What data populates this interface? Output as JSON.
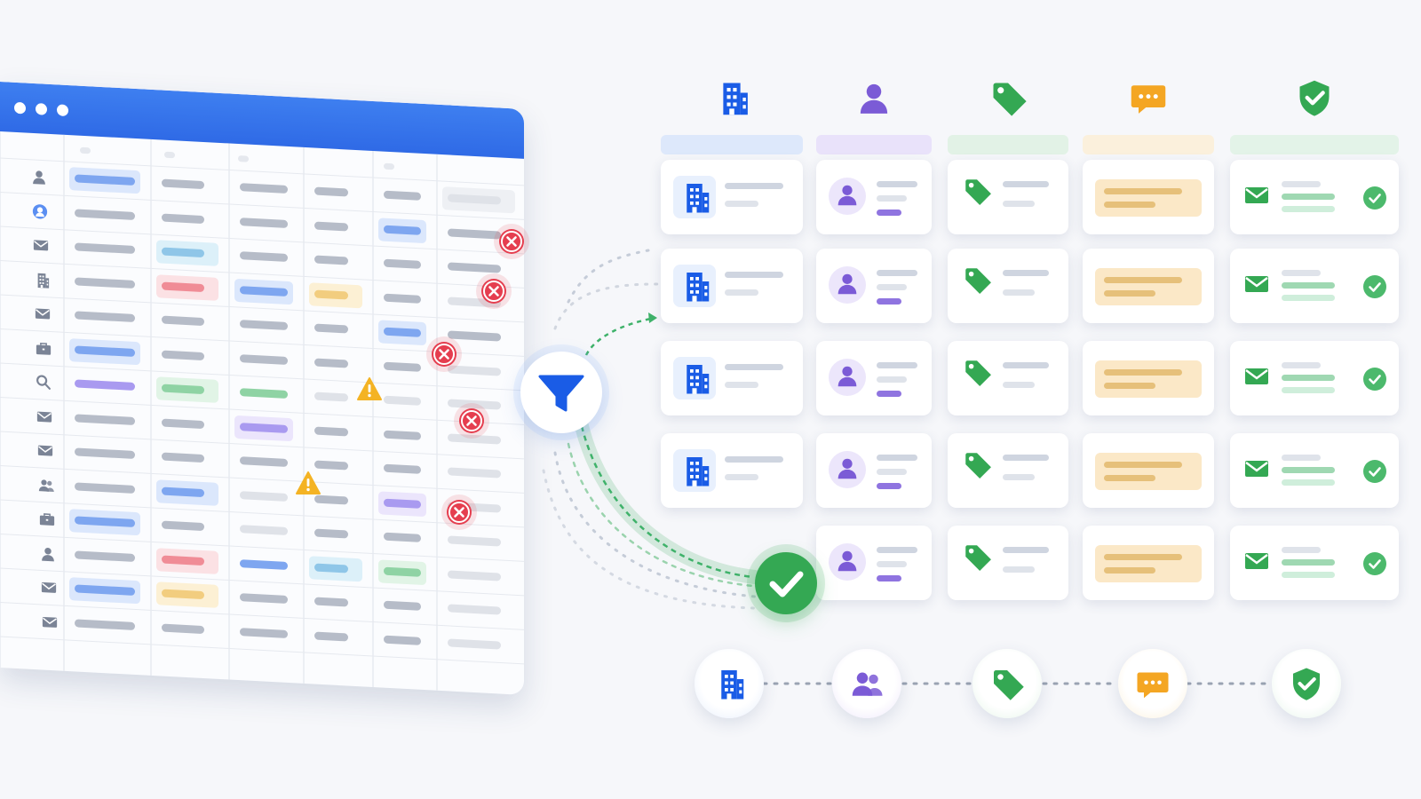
{
  "sheet": {
    "window_dots": 3,
    "row_icons": [
      "user-icon",
      "user-circle-icon",
      "mail-icon",
      "building-icon",
      "mail-icon",
      "briefcase-icon",
      "search-icon",
      "mail-icon",
      "mail-icon",
      "users-icon",
      "briefcase-icon",
      "user-icon",
      "mail-icon",
      "mail-icon"
    ],
    "error_markers": 5,
    "warning_markers": 2
  },
  "categories": [
    {
      "name": "company",
      "icon": "building-icon",
      "color": "#1a5ce6",
      "header_color": "#dde8fb"
    },
    {
      "name": "contact",
      "icon": "person-icon",
      "color": "#7b5bd6",
      "header_color": "#e9e2fa"
    },
    {
      "name": "tag",
      "icon": "tag-icon",
      "color": "#34a853",
      "header_color": "#e2f2e6"
    },
    {
      "name": "message",
      "icon": "chat-icon",
      "color": "#f4a623",
      "header_color": "#fbf0dc"
    },
    {
      "name": "verified",
      "icon": "shield-check-icon",
      "color": "#34a853",
      "header_color": "#e3f3e8"
    }
  ],
  "result_rows": 5,
  "pipeline": [
    "building-icon",
    "users-icon",
    "tag-icon",
    "chat-icon",
    "shield-check-icon"
  ],
  "colors": {
    "accent_blue": "#2f6ae6",
    "error_red": "#e53e4f",
    "warning_amber": "#f4b324",
    "success_green": "#34a853"
  }
}
